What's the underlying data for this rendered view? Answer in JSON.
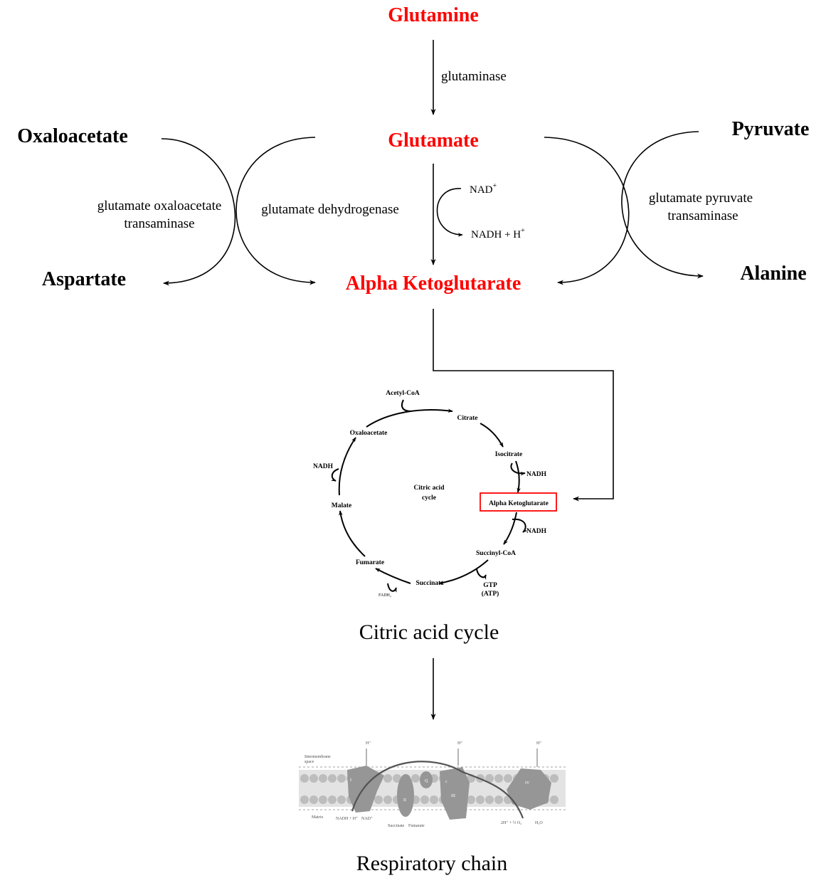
{
  "colors": {
    "highlight": "#ff0000",
    "text": "#000000",
    "membrane": "#808080"
  },
  "metabolites": {
    "glutamine": "Glutamine",
    "glutamate": "Glutamate",
    "akg": "Alpha Ketoglutarate",
    "oxaloacetate": "Oxaloacetate",
    "aspartate": "Aspartate",
    "pyruvate": "Pyruvate",
    "alanine": "Alanine"
  },
  "enzymes": {
    "glutaminase": "glutaminase",
    "got_line1": "glutamate oxaloacetate",
    "got_line2": "transaminase",
    "gdh": "glutamate dehydrogenase",
    "gpt_line1": "glutamate pyruvate",
    "gpt_line2": "transaminase"
  },
  "cofactors": {
    "nad": "NAD",
    "nad_sup": "+",
    "nadh": "NADH + H",
    "nadh_sup": "+"
  },
  "cycle": {
    "acetyl_coa": "Acetyl-CoA",
    "citrate": "Citrate",
    "isocitrate": "Isocitrate",
    "nadh": "NADH",
    "akg": "Alpha Ketoglutarate",
    "succinyl_coa": "Succinyl-CoA",
    "gtp": "GTP",
    "atp": "(ATP)",
    "succinate": "Succinate",
    "fadh2": "FADH₂",
    "fumarate": "Fumarate",
    "malate": "Malate",
    "oxaloacetate": "Oxaloacetate",
    "center_line1": "Citric acid",
    "center_line2": "cycle",
    "caption": "Citric acid cycle"
  },
  "respiratory": {
    "intermembrane_line1": "Intermembrane",
    "intermembrane_line2": "space",
    "matrix": "Matrix",
    "h_plus": "H⁺",
    "complex_1": "I",
    "complex_2": "II",
    "complex_3": "III",
    "complex_4": "IV",
    "q": "Q",
    "c": "c",
    "nadh_label": "NADH + H⁺",
    "nad_label": "NAD⁺",
    "succinate": "Succinate",
    "fumarate": "Fumarate",
    "o2_label": "2H⁺ + ½ O₂",
    "h2o_label": "H₂O",
    "caption": "Respiratory chain"
  }
}
